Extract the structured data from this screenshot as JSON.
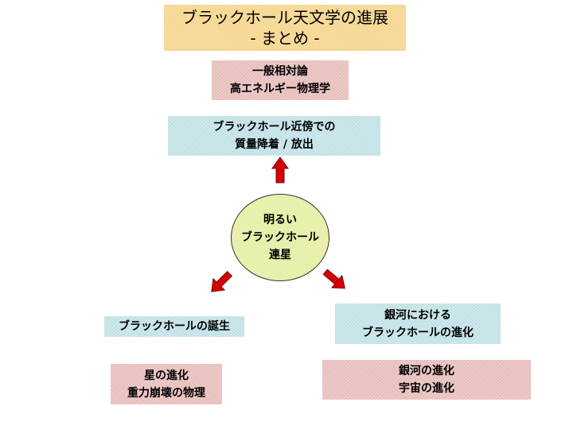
{
  "title": {
    "line1": "ブラックホール天文学の進展",
    "line2": "- まとめ -"
  },
  "boxes": {
    "relativity": [
      "一般相対論",
      "高エネルギー物理学"
    ],
    "accretion": [
      "ブラックホール近傍での",
      "質量降着 / 放出"
    ],
    "center": [
      "明るい",
      "ブラックホール",
      "連星"
    ],
    "birth": [
      "ブラックホールの誕生"
    ],
    "stellar": [
      "星の進化",
      "重力崩壊の物理"
    ],
    "galaxy_bh": [
      "銀河における",
      "ブラックホールの進化"
    ],
    "cosmo": [
      "銀河の進化",
      "宇宙の進化"
    ]
  },
  "colors": {
    "title_bg": "#f6d792",
    "pink_box": "#ebc4c2",
    "blue_box": "#c7e6ea",
    "center_fill": "#e6eea5",
    "arrow_fill": "#d40000"
  }
}
